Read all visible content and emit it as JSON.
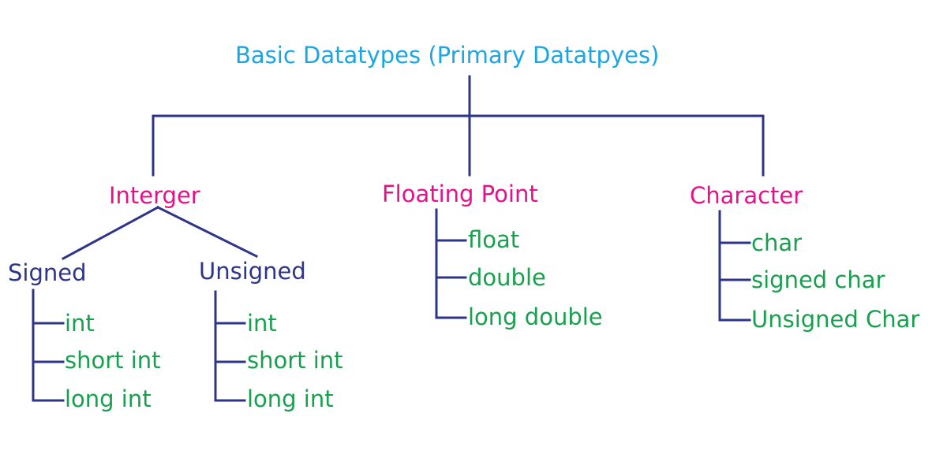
{
  "colors": {
    "root": "#1aa6e4",
    "category": "#e8108a",
    "subcategory": "#2e3488",
    "leaf": "#18a04e",
    "connector": "#2e3488"
  },
  "root": {
    "label": "Basic Datatypes (Primary Datatpyes)"
  },
  "integer": {
    "label": "Interger",
    "signed": {
      "label": "Signed",
      "items": [
        "int",
        "short int",
        "long int"
      ]
    },
    "unsigned": {
      "label": "Unsigned",
      "items": [
        "int",
        "short int",
        "long int"
      ]
    }
  },
  "floating": {
    "label": "Floating Point",
    "items": [
      "float",
      "double",
      "long double"
    ]
  },
  "character": {
    "label": "Character",
    "items": [
      "char",
      "signed char",
      "Unsigned Char"
    ]
  }
}
